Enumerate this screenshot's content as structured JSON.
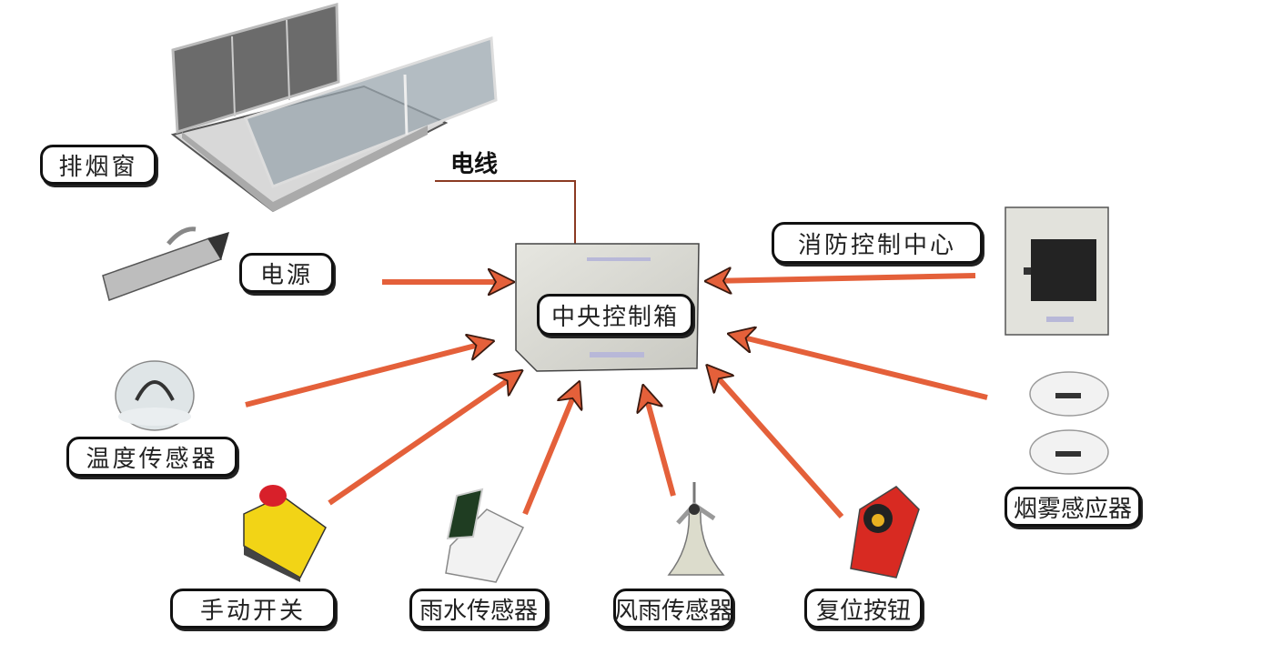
{
  "diagram": {
    "center": {
      "label": "中央控制箱"
    },
    "wire_label": "电线",
    "colors": {
      "arrow": "#e4603a",
      "arrow_outline": "#3a1a10",
      "wire": "#8b3a22",
      "label_border": "#111111"
    },
    "nodes": [
      {
        "id": "smoke-exhaust-window",
        "label": "排烟窗",
        "connection": "wire"
      },
      {
        "id": "power-supply",
        "label": "电源",
        "connection": "arrow-to-center"
      },
      {
        "id": "fire-control-center",
        "label": "消防控制中心",
        "connection": "arrow-to-center"
      },
      {
        "id": "temperature-sensor",
        "label": "温度传感器",
        "connection": "arrow-to-center"
      },
      {
        "id": "smoke-detector",
        "label": "烟雾感应器",
        "connection": "arrow-to-center"
      },
      {
        "id": "manual-switch",
        "label": "手动开关",
        "connection": "arrow-to-center"
      },
      {
        "id": "rain-sensor",
        "label": "雨水传感器",
        "connection": "arrow-to-center"
      },
      {
        "id": "wind-rain-sensor",
        "label": "风雨传感器",
        "connection": "arrow-to-center"
      },
      {
        "id": "reset-button",
        "label": "复位按钮",
        "connection": "arrow-to-center"
      }
    ]
  }
}
